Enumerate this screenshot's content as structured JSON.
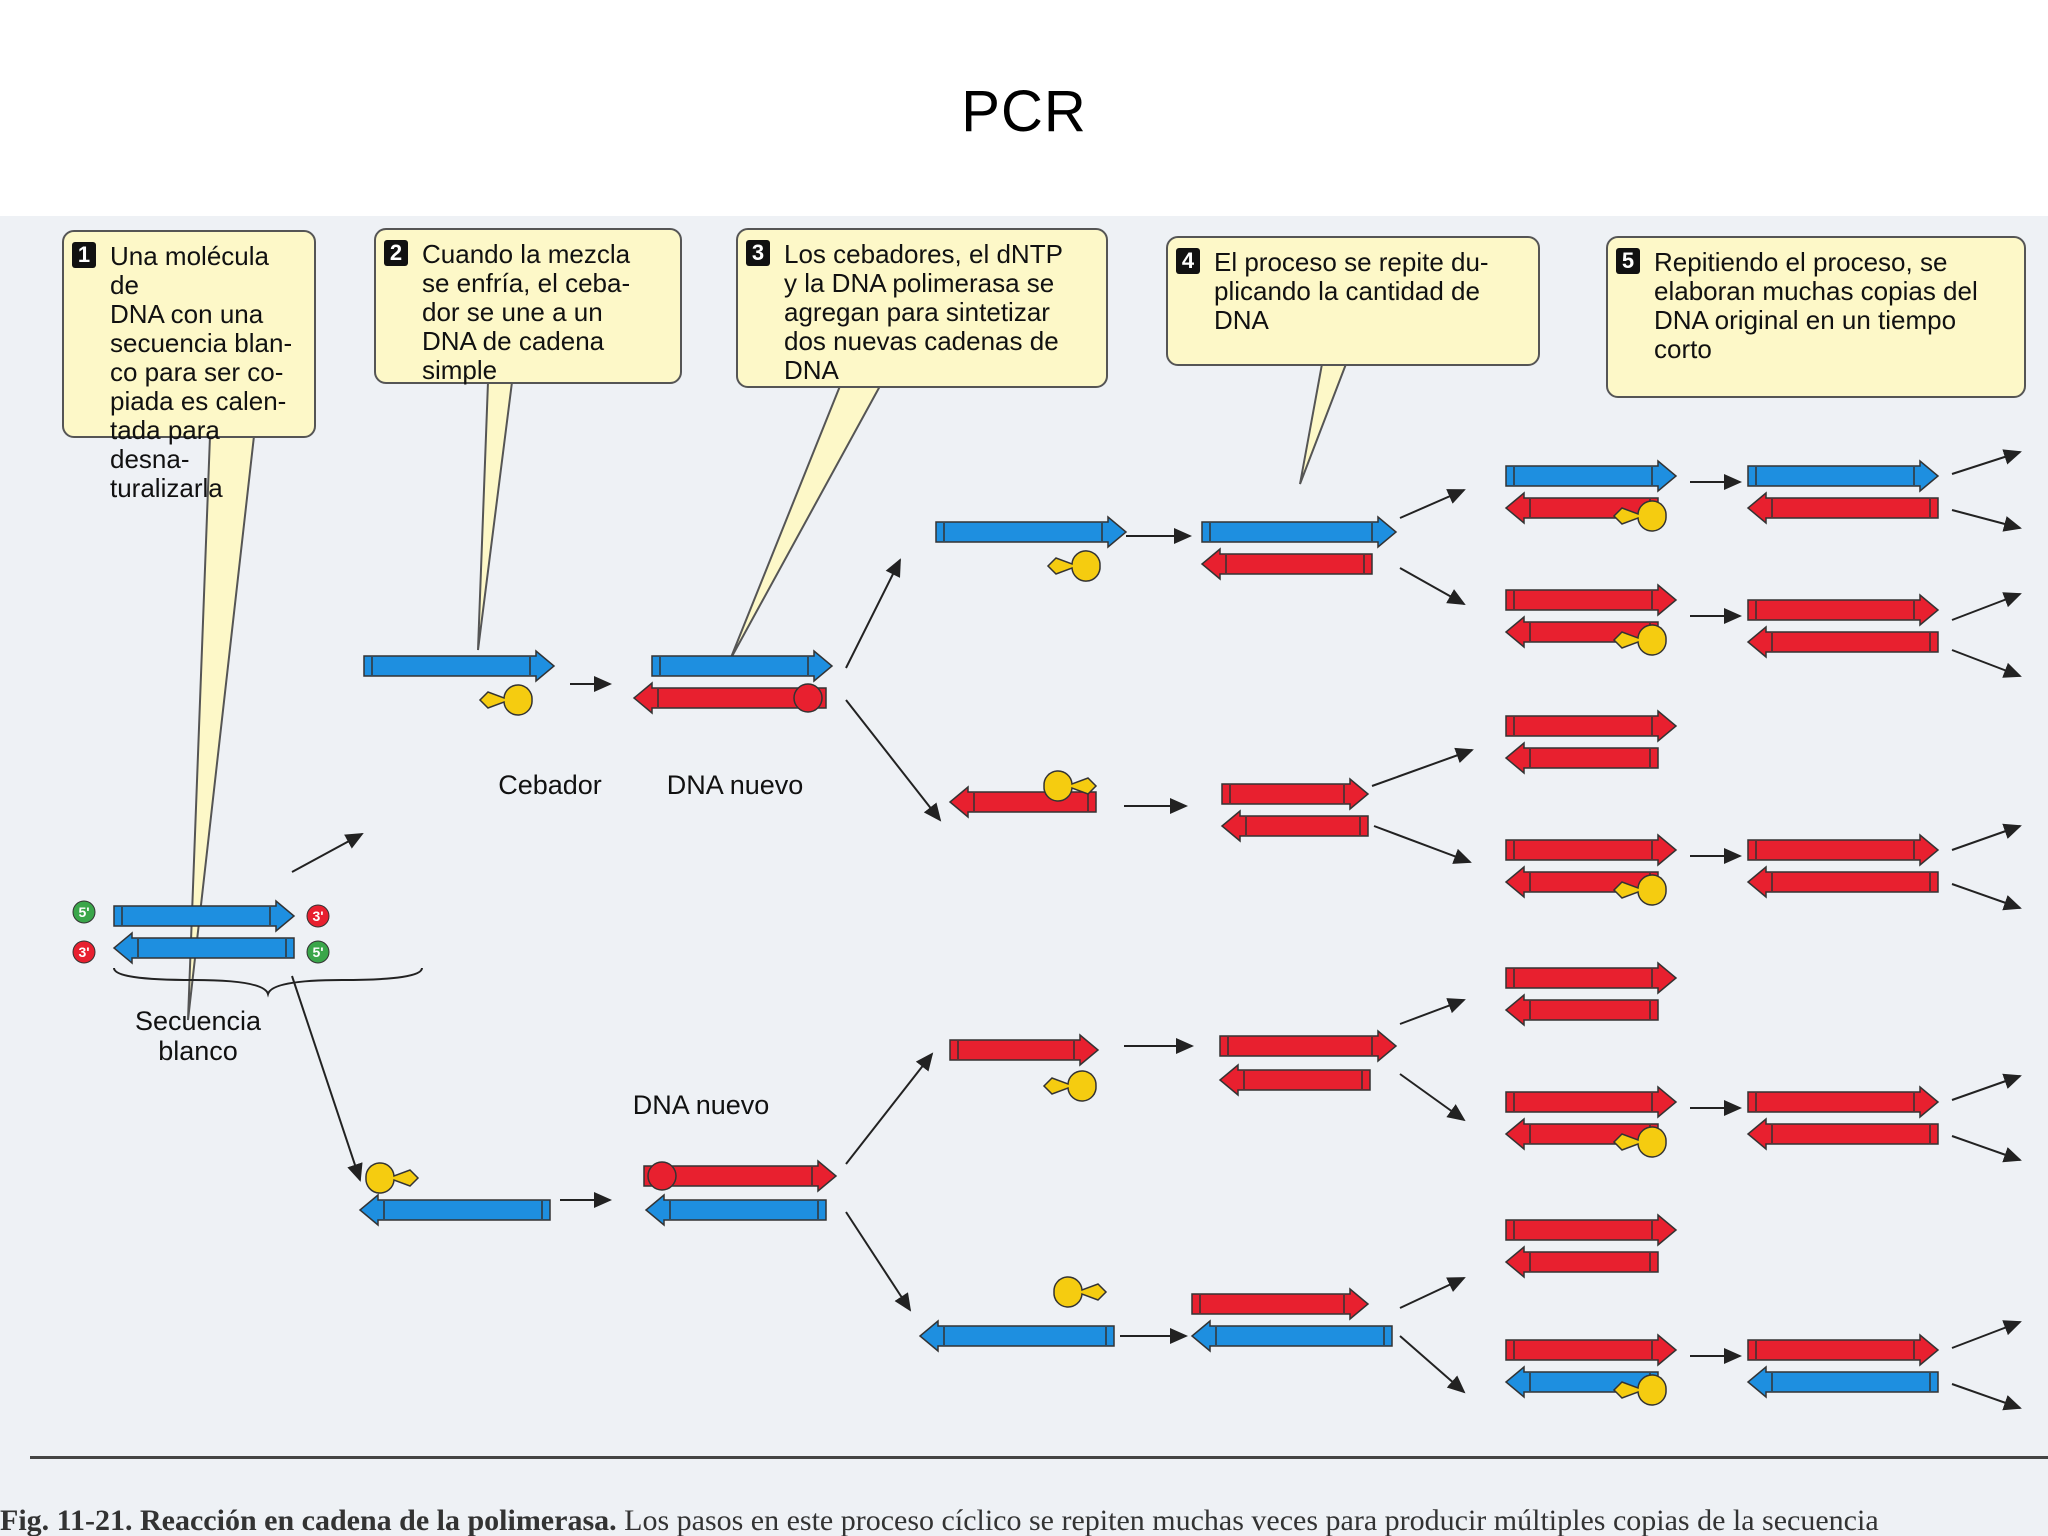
{
  "title": "PCR",
  "callouts": [
    {
      "num": "1",
      "text": "Una molécula de\nDNA con una\nsecuencia blan-\nco para ser co-\npiada es calen-\ntada para desna-\nturalizarla"
    },
    {
      "num": "2",
      "text": "Cuando la mezcla\nse enfría, el ceba-\ndor se une a un\nDNA de cadena\nsimple"
    },
    {
      "num": "3",
      "text": "Los cebadores, el dNTP\ny la DNA polimerasa se\nagregan para sintetizar\ndos nuevas cadenas de\nDNA"
    },
    {
      "num": "4",
      "text": "El proceso se repite du-\nplicando la cantidad de\nDNA"
    },
    {
      "num": "5",
      "text": "Repitiendo el proceso, se\nelaboran muchas copias del\nDNA original en un tiempo\ncorto"
    }
  ],
  "labels": {
    "cebador": "Cebador",
    "dna_nuevo_top": "DNA nuevo",
    "dna_nuevo_bottom": "DNA nuevo",
    "secuencia_blanco": "Secuencia\nblanco",
    "five_prime": "5'",
    "three_prime": "3'"
  },
  "caption": {
    "fig": "Fig. 11-21.",
    "bold": "Reacción en cadena de la polimerasa.",
    "rest": " Los pasos en este proceso cíclico se repiten muchas veces para producir múltiples copias de la secuencia"
  },
  "colors": {
    "template_strand": "#1e8fe0",
    "new_strand": "#e8202f",
    "primer": "#f5cc10",
    "callout_fill": "#fdf8c8",
    "prime5": "#3aa64a",
    "prime3": "#e8202f"
  }
}
